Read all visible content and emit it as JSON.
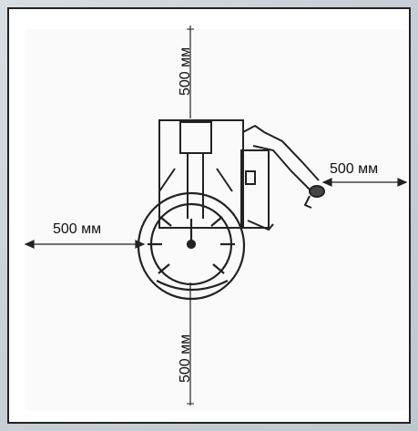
{
  "diagram": {
    "top_clearance": "500 мм",
    "right_clearance": "500 мм",
    "left_clearance": "500 мм",
    "bottom_clearance": "500 мм"
  }
}
